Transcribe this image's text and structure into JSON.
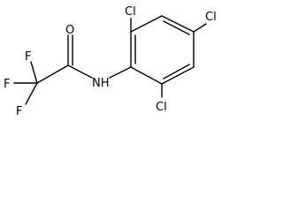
{
  "structure": {
    "atoms": {
      "cl_top": "Cl",
      "cl_para": "Cl",
      "cl_bottom": "Cl",
      "o": "O",
      "nh": "NH",
      "f_upper": "F",
      "f_middle": "F",
      "f_lower": "F"
    }
  }
}
